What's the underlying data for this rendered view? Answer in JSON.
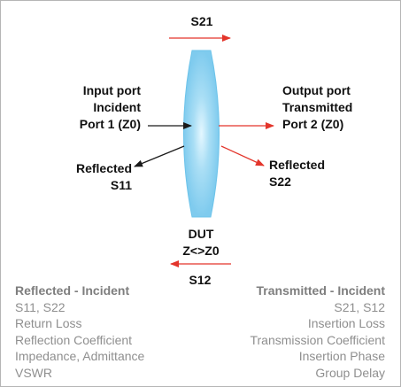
{
  "colors": {
    "lens_fill": "#8fd3f2",
    "lens_center": "#d9f4ff",
    "lens_edge": "#5fbce6",
    "arrow_red": "#e3352b",
    "arrow_black": "#1a1a1a",
    "text_dark": "#111111",
    "text_gray": "#8f8f8f"
  },
  "s21_label": "S21",
  "s12_label": "S12",
  "input": {
    "line1": "Input port",
    "line2": "Incident",
    "line3": "Port 1 (Z0)"
  },
  "output": {
    "line1": "Output port",
    "line2": "Transmitted",
    "line3": "Port 2 (Z0)"
  },
  "reflected_left": {
    "line1": "Reflected",
    "line2": "S11"
  },
  "reflected_right": {
    "line1": "Reflected",
    "line2": "S22"
  },
  "dut": {
    "line1": "DUT",
    "line2": "Z<>Z0"
  },
  "left_summary": {
    "title": "Reflected - Incident",
    "items": [
      "S11, S22",
      "Return Loss",
      "Reflection Coefficient",
      "Impedance, Admittance",
      "VSWR"
    ]
  },
  "right_summary": {
    "title": "Transmitted - Incident",
    "items": [
      "S21, S12",
      "Insertion Loss",
      "Transmission Coefficient",
      "Insertion Phase",
      "Group Delay"
    ]
  }
}
